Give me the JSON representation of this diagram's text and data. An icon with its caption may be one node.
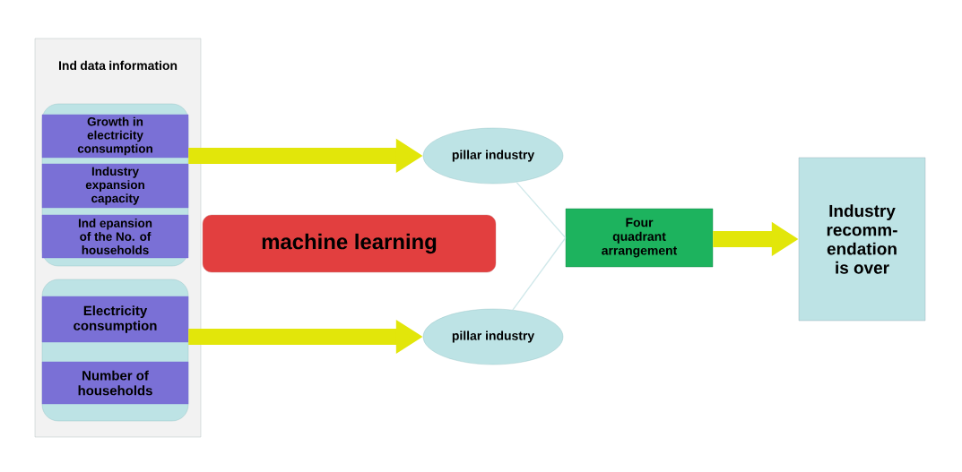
{
  "diagram": {
    "nodes": [
      {
        "text": [
          "Ind data information"
        ]
      },
      {
        "text": [],
        "shape": "box",
        "in": 0
      },
      {
        "text": [
          "Growth in electricity consumption"
        ],
        "in": 1
      },
      {
        "text": [
          "Industry expansion capacity"
        ],
        "in": 1
      },
      {
        "text": [
          "Ind epansion of the No. of households"
        ],
        "in": 1
      },
      {
        "text": [],
        "shape": "box",
        "in": 0
      },
      {
        "text": [
          "Electricity consumption"
        ],
        "in": 5
      },
      {
        "text": [
          "Number of households"
        ],
        "in": 5
      },
      {
        "text": [
          "machine learning"
        ]
      },
      {
        "text": [
          "pillar industry"
        ]
      },
      {
        "text": [
          "pillar industry"
        ]
      },
      {
        "text": [
          "Four quadrant arrangement"
        ]
      },
      {
        "text": [
          "Industry recomm- endation is over"
        ]
      }
    ],
    "edges": [
      {
        "from": 1,
        "to": 9,
        "arrow": "to"
      },
      {
        "from": 5,
        "to": 10,
        "arrow": "to"
      },
      {
        "from": 9,
        "to": 11,
        "arrow": "none",
        "color": "#cfe8ea"
      },
      {
        "from": 10,
        "to": 11,
        "arrow": "none",
        "color": "#cfe8ea"
      },
      {
        "from": 11,
        "to": 12,
        "arrow": "to"
      }
    ]
  }
}
